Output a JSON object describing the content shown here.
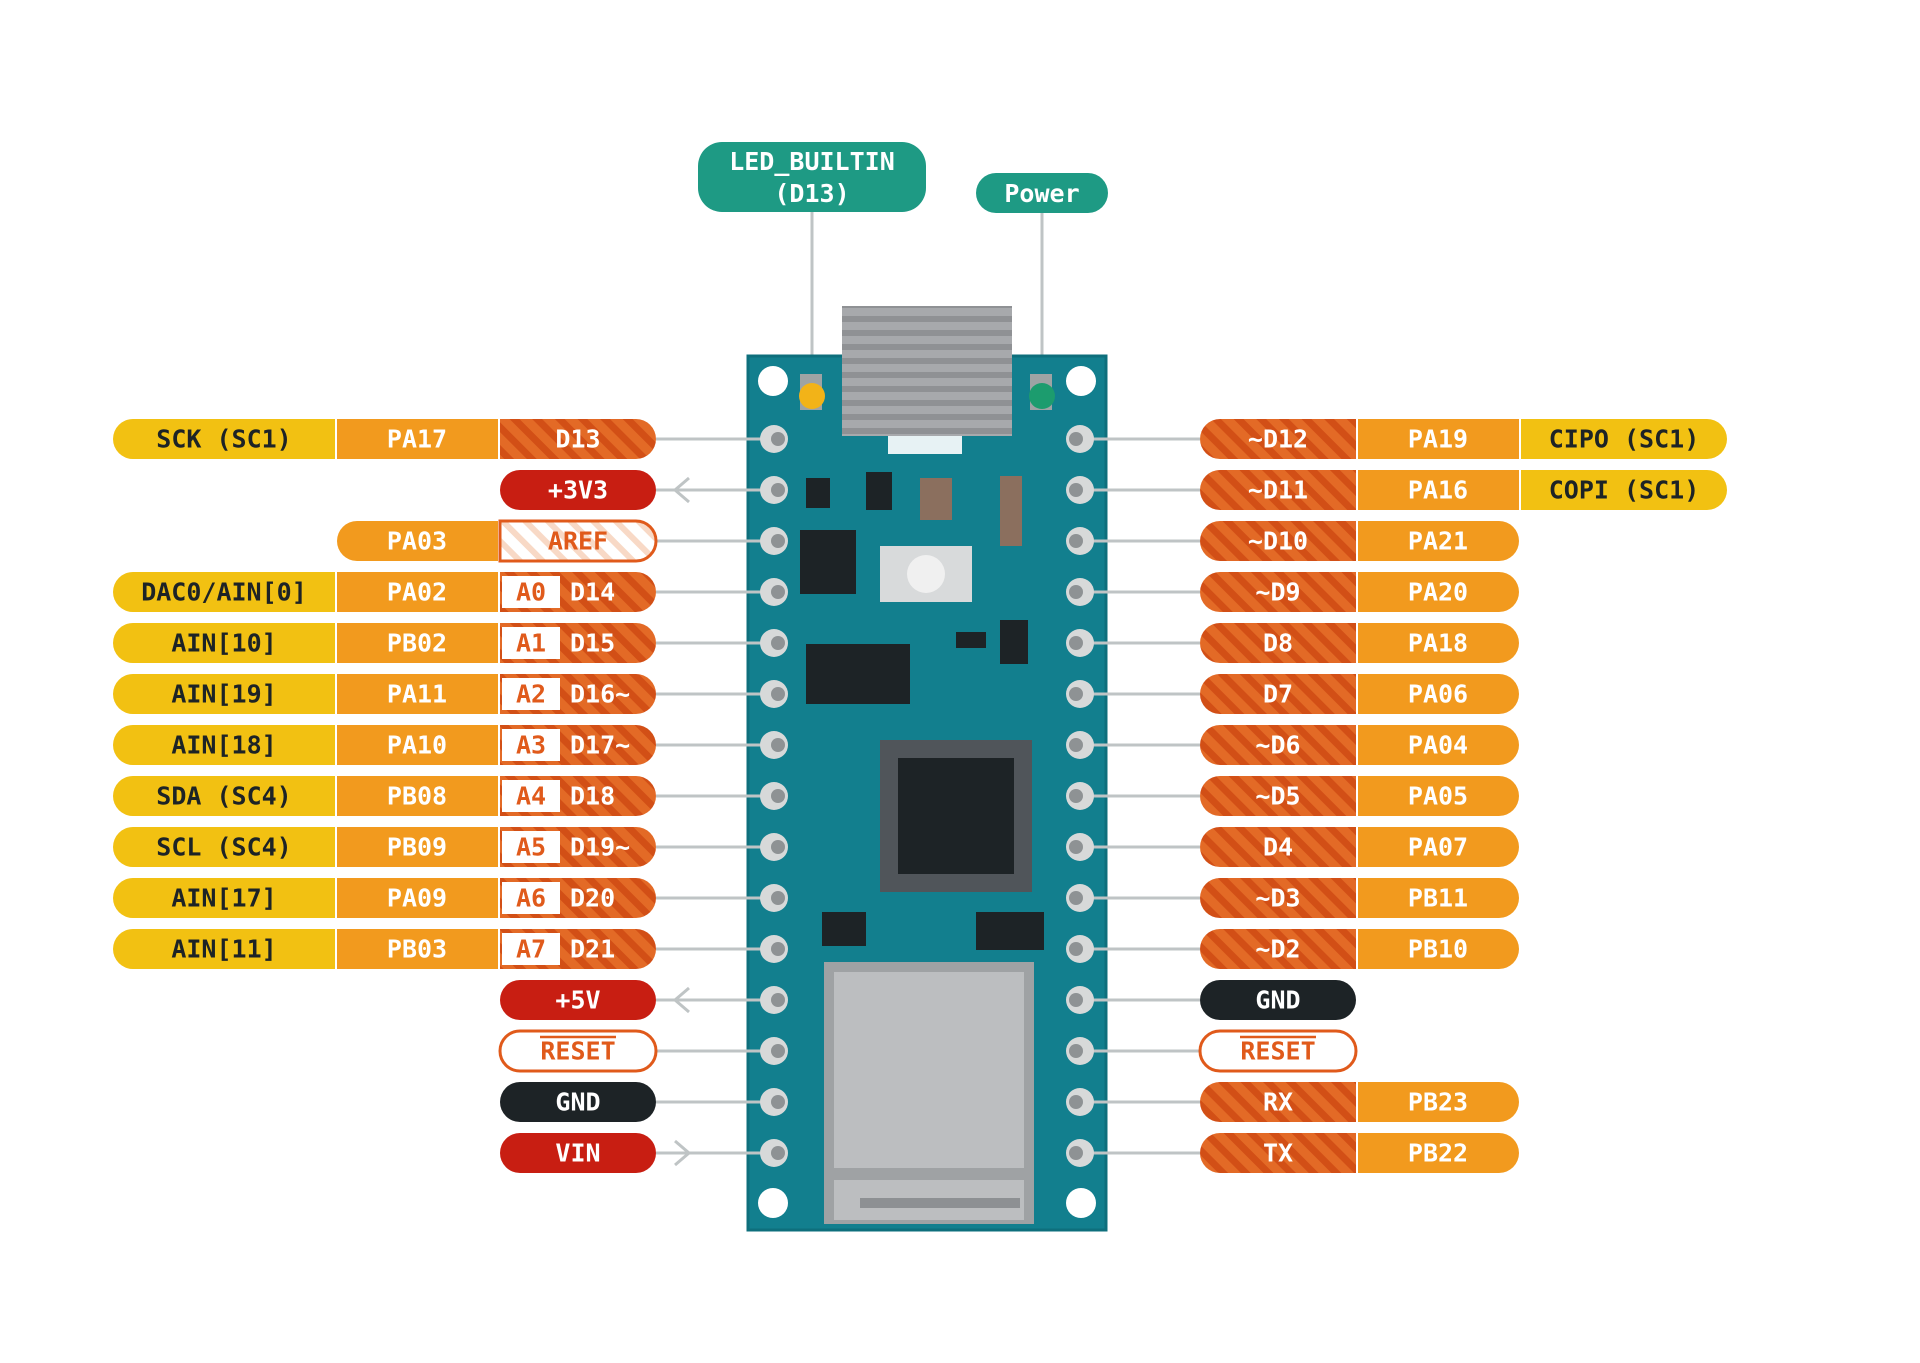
{
  "top_labels": {
    "led_builtin": [
      "LED_BUILTIN",
      "(D13)"
    ],
    "power": "Power"
  },
  "left_pins": [
    {
      "ext": "SCK (SC1)",
      "port": "PA17",
      "digital": "D13",
      "style": "hatch"
    },
    {
      "power": "+3V3",
      "style": "red",
      "arrow": "in"
    },
    {
      "port": "PA03",
      "digital": "AREF",
      "style": "outline-hatch"
    },
    {
      "ext": "DAC0/AIN[0]",
      "port": "PA02",
      "analog": "A0",
      "digital": "D14",
      "style": "hatch"
    },
    {
      "ext": "AIN[10]",
      "port": "PB02",
      "analog": "A1",
      "digital": "D15",
      "style": "hatch"
    },
    {
      "ext": "AIN[19]",
      "port": "PA11",
      "analog": "A2",
      "digital": "D16~",
      "style": "hatch"
    },
    {
      "ext": "AIN[18]",
      "port": "PA10",
      "analog": "A3",
      "digital": "D17~",
      "style": "hatch"
    },
    {
      "ext": "SDA (SC4)",
      "port": "PB08",
      "analog": "A4",
      "digital": "D18",
      "style": "hatch"
    },
    {
      "ext": "SCL (SC4)",
      "port": "PB09",
      "analog": "A5",
      "digital": "D19~",
      "style": "hatch"
    },
    {
      "ext": "AIN[17]",
      "port": "PA09",
      "analog": "A6",
      "digital": "D20",
      "style": "hatch"
    },
    {
      "ext": "AIN[11]",
      "port": "PB03",
      "analog": "A7",
      "digital": "D21",
      "style": "hatch"
    },
    {
      "power": "+5V",
      "style": "red",
      "arrow": "in"
    },
    {
      "power": "RESET",
      "style": "outline",
      "overline": true
    },
    {
      "power": "GND",
      "style": "black"
    },
    {
      "power": "VIN",
      "style": "red",
      "arrow": "out"
    }
  ],
  "right_pins": [
    {
      "digital": "~D12",
      "port": "PA19",
      "ext": "CIPO (SC1)",
      "style": "hatch"
    },
    {
      "digital": "~D11",
      "port": "PA16",
      "ext": "COPI (SC1)",
      "style": "hatch"
    },
    {
      "digital": "~D10",
      "port": "PA21",
      "style": "hatch"
    },
    {
      "digital": "~D9",
      "port": "PA20",
      "style": "hatch"
    },
    {
      "digital": "D8",
      "port": "PA18",
      "style": "hatch"
    },
    {
      "digital": "D7",
      "port": "PA06",
      "style": "hatch"
    },
    {
      "digital": "~D6",
      "port": "PA04",
      "style": "hatch"
    },
    {
      "digital": "~D5",
      "port": "PA05",
      "style": "hatch"
    },
    {
      "digital": "D4",
      "port": "PA07",
      "style": "hatch"
    },
    {
      "digital": "~D3",
      "port": "PB11",
      "style": "hatch"
    },
    {
      "digital": "~D2",
      "port": "PB10",
      "style": "hatch"
    },
    {
      "power": "GND",
      "style": "black"
    },
    {
      "power": "RESET",
      "style": "outline",
      "overline": true
    },
    {
      "digital": "RX",
      "port": "PB23",
      "style": "hatch"
    },
    {
      "digital": "TX",
      "port": "PB22",
      "style": "hatch"
    }
  ],
  "colors": {
    "yellow": "#F2C112",
    "orange": "#F29A1E",
    "dark_orange": "#E05A1B",
    "red": "#C81E12",
    "black": "#1D2326",
    "teal": "#1E9A84",
    "board": "#127F8E",
    "board_dark": "#0B5E6A",
    "leader": "#BFC4C5"
  }
}
